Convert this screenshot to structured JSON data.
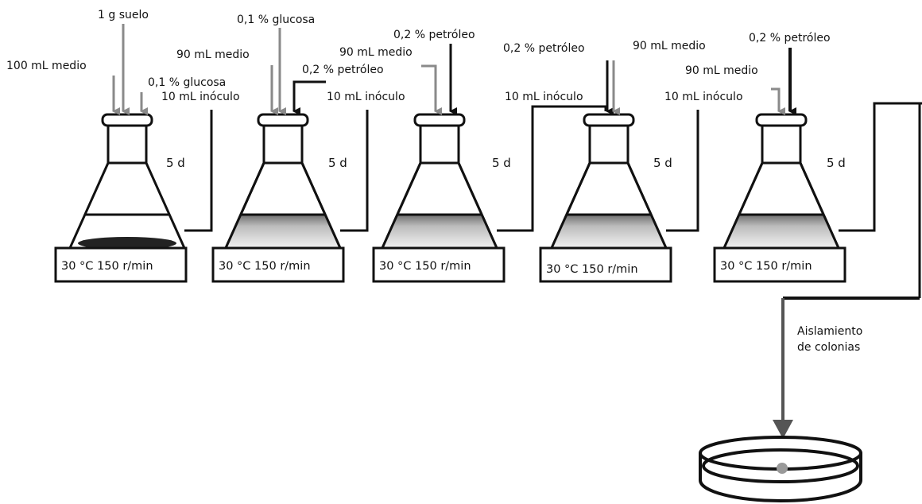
{
  "flasks": [
    {
      "inputs": [
        "1 g suelo",
        "100 mL medio",
        "0,1 % glucosa"
      ],
      "transfer": "10 mL inóculo",
      "days": "5 d",
      "condition": "30 °C  150 r/min"
    },
    {
      "inputs": [
        "0,1 % glucosa",
        "90 mL medio",
        "0,2 % petróleo"
      ],
      "transfer": "10 mL inóculo",
      "days": "5 d",
      "condition": "30 °C  150 r/min"
    },
    {
      "inputs": [
        "0,2 % petróleo",
        "90 mL medio"
      ],
      "transfer": "10 mL inóculo",
      "days": "5 d",
      "condition": "30 °C  150 r/min"
    },
    {
      "inputs": [
        "0,2 % petróleo",
        "90 mL medio"
      ],
      "transfer": "10 mL inóculo",
      "days": "5 d",
      "condition": "30 °C  150 r/min"
    },
    {
      "inputs": [
        "0,2 % petróleo",
        "90 mL medio"
      ],
      "days": "5 d",
      "condition": "30 °C  150 r/min"
    }
  ],
  "isolation": {
    "line1": "Aislamiento",
    "line2": "de colonias"
  },
  "colors": {
    "stroke": "#111111",
    "arrow_gray": "#8a8a8a",
    "liquid_top": "#6e6e6e",
    "liquid_bottom": "#f0f0f0"
  }
}
